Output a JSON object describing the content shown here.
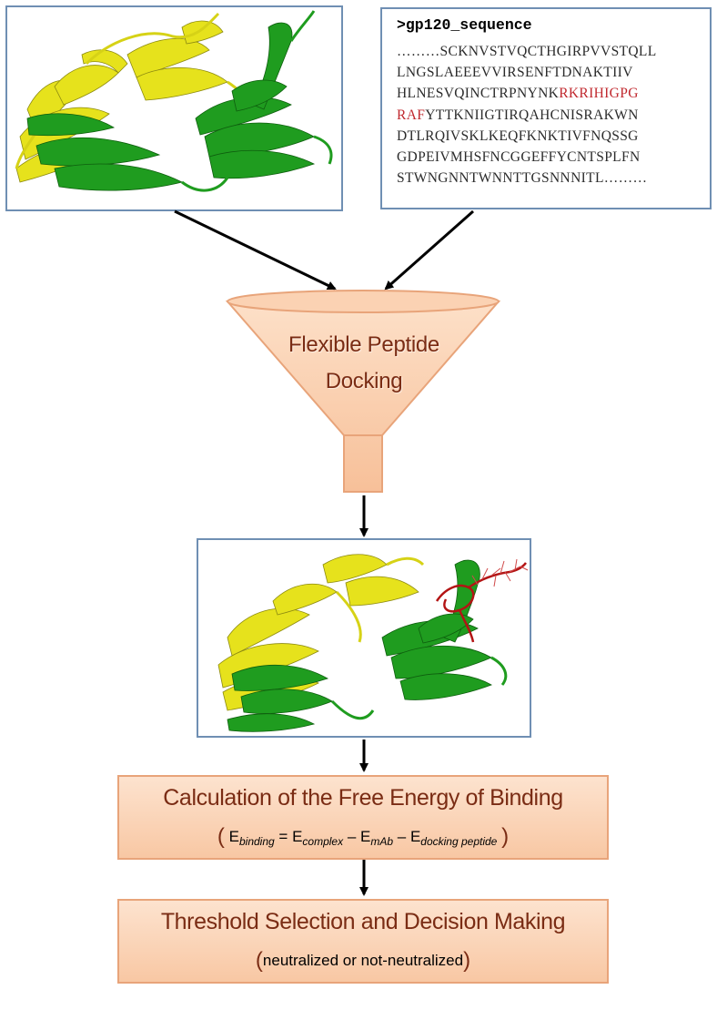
{
  "sequence": {
    "title": ">gp120_sequence",
    "lines": [
      {
        "pre": "………SCKNVSTVQCTHGIRPVVSTQLL",
        "hl": "",
        "post": ""
      },
      {
        "pre": "LNGSLAEEEVVIRSENFTDNAKTIIV",
        "hl": "",
        "post": ""
      },
      {
        "pre": "HLNESVQINCTRPNYNK",
        "hl": "RKRIHIGPG",
        "post": ""
      },
      {
        "pre": "",
        "hl": "RAF",
        "post": "YTTKNIIGTIRQAHCNISRAKWN"
      },
      {
        "pre": "DTLRQIVSKLKEQFKNKTIVFNQSSG",
        "hl": "",
        "post": ""
      },
      {
        "pre": "GDPEIVMHSFNCGGEFFYCNTSPLFN",
        "hl": "",
        "post": ""
      },
      {
        "pre": "STWNGNNTWNNTTGSNNNITL………",
        "hl": "",
        "post": ""
      }
    ]
  },
  "funnel": {
    "line1": "Flexible Peptide",
    "line2": "Docking"
  },
  "binding_box": {
    "title": "Calculation of the Free Energy of Binding",
    "open_paren": "(",
    "close_paren": ")",
    "e": "E",
    "sub_binding": "binding",
    "equals": " = ",
    "sub_complex": "complex",
    "minus": " – ",
    "sub_mab": "mAb",
    "sub_peptide": "docking peptide"
  },
  "threshold_box": {
    "title": "Threshold Selection and Decision Making",
    "open_paren": "(",
    "subtitle": "neutralized or not-neutralized",
    "close_paren": ")"
  },
  "colors": {
    "panel_border": "#6f8fb3",
    "box_fill": "#fbd2b3",
    "box_border": "#e8a47a",
    "text_dark_red": "#7a2c14",
    "highlight_red": "#c0282e",
    "yellow_chain": "#e6e21c",
    "green_chain": "#1f9c1f",
    "peptide": "#b31414"
  }
}
